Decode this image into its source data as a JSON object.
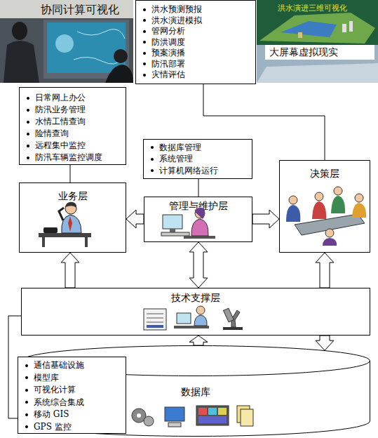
{
  "diagram": {
    "nodes": [
      {
        "text": [
          "协同计算可视化"
        ]
      },
      {
        "text": [
          "洪水预测预报",
          "洪水演进模拟",
          "管网分析",
          "防洪调度",
          "预案演播",
          "防汛部署",
          "灾情评估"
        ]
      },
      {
        "text": [
          "洪水演进三维可视化",
          "大屏幕虚拟现实"
        ]
      },
      {
        "text": [
          "日常网上办公",
          "防汛业务管理",
          "水情工情查询",
          "险情查询",
          "远程集中监控",
          "防汛车辆监控调度"
        ]
      },
      {
        "text": [
          "数据库管理",
          "系统管理",
          "计算机网络运行"
        ]
      },
      {
        "text": [
          "业务层"
        ]
      },
      {
        "text": [
          "管理与维护层"
        ]
      },
      {
        "text": [
          "决策层"
        ]
      },
      {
        "text": [
          "技术支撑层"
        ]
      },
      {
        "text": [
          "数据库"
        ]
      },
      {
        "text": [
          "通信基础设施",
          "模型库",
          "可视化计算",
          "系统综合集成",
          "移动 GIS",
          "GPS 监控"
        ]
      }
    ],
    "edges": [
      {
        "from": 1,
        "to": 7,
        "arrow": "none"
      },
      {
        "from": 3,
        "to": 5,
        "arrow": "none"
      },
      {
        "from": 4,
        "to": 6,
        "arrow": "none"
      },
      {
        "from": 6,
        "to": 5,
        "arrow": "to"
      },
      {
        "from": 6,
        "to": 7,
        "arrow": "to"
      },
      {
        "from": 6,
        "to": 8,
        "arrow": "both"
      },
      {
        "from": 8,
        "to": 5,
        "arrow": "to"
      },
      {
        "from": 8,
        "to": 7,
        "arrow": "to"
      },
      {
        "from": 9,
        "to": 8,
        "arrow": "to"
      },
      {
        "from": 8,
        "to": 9,
        "arrow": "to"
      },
      {
        "from": 8,
        "to": 10,
        "arrow": "none"
      }
    ]
  }
}
